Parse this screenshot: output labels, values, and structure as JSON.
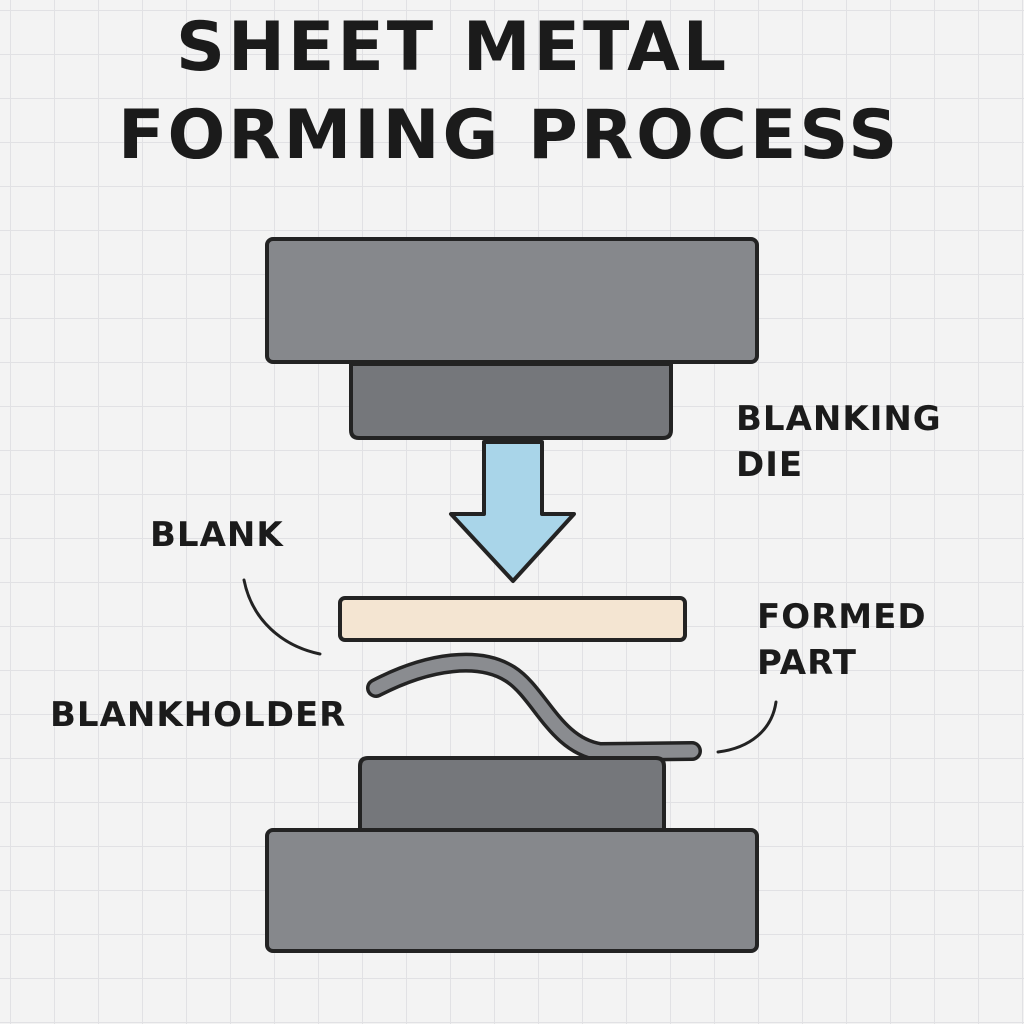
{
  "title": {
    "line1": "SHEET METAL",
    "line2": "FORMING PROCESS"
  },
  "labels": {
    "blanking_die": [
      "BLANKING",
      "DIE"
    ],
    "blank": "BLANK",
    "formed_part": [
      "FORMED",
      "PART"
    ],
    "blankholder": "BLANKHOLDER"
  },
  "colors": {
    "background": "#f3f3f3",
    "grid": "#e1e1e4",
    "die_body": "#86888c",
    "die_block": "#75777b",
    "outline": "#232323",
    "arrow": "#a9d5e9",
    "blank": "#f4e5d2",
    "formed_part": "#8a8c90"
  }
}
